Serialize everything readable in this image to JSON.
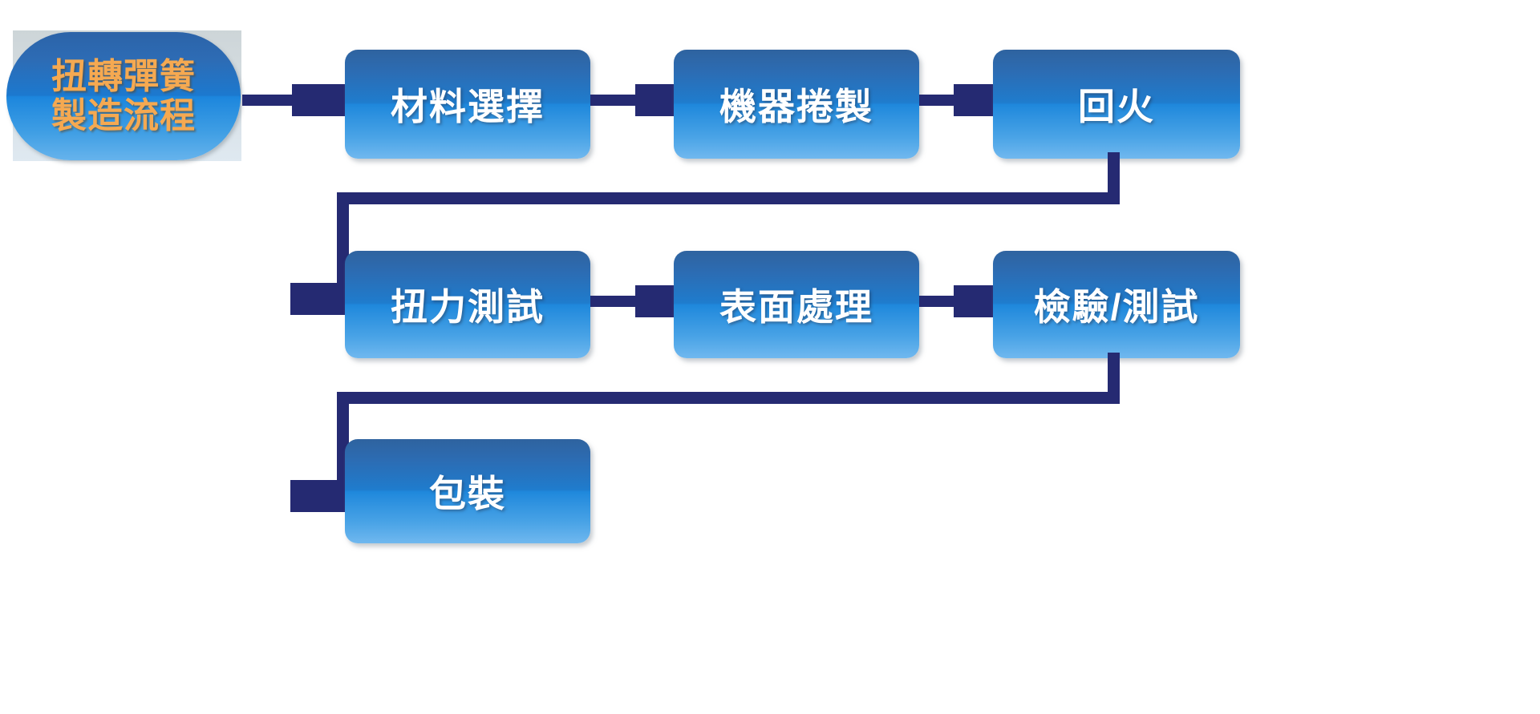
{
  "diagram": {
    "type": "flowchart",
    "orientation": "serpentine-left-to-right",
    "title_node": {
      "label": "扭轉彈簧\n製造流程",
      "line1": "扭轉彈簧",
      "line2": "製造流程",
      "shape": "rounded-pill",
      "text_color": "#f5a951",
      "fill_top": "#2c63a8",
      "fill_bottom": "#66b3ec",
      "backing_color": "#d5dde2"
    },
    "connector_color": "#252a72",
    "node_text_color": "#ffffff",
    "node_fill_top": "#2f639f",
    "node_fill_bottom": "#70b8ef",
    "background": "#ffffff",
    "rows": [
      {
        "row_index": 1,
        "nodes": [
          {
            "id": "step-1",
            "label": "材料選擇",
            "order": 1
          },
          {
            "id": "step-2",
            "label": "機器捲製",
            "order": 2
          },
          {
            "id": "step-3",
            "label": "回火",
            "order": 3
          }
        ]
      },
      {
        "row_index": 2,
        "nodes": [
          {
            "id": "step-4",
            "label": "扭力測試",
            "order": 4
          },
          {
            "id": "step-5",
            "label": "表面處理",
            "order": 5
          },
          {
            "id": "step-6",
            "label": "檢驗/測試",
            "order": 6
          }
        ]
      },
      {
        "row_index": 3,
        "nodes": [
          {
            "id": "step-7",
            "label": "包裝",
            "order": 7
          }
        ]
      }
    ],
    "edges": [
      {
        "from": "title",
        "to": "step-1",
        "kind": "straight-arrow"
      },
      {
        "from": "step-1",
        "to": "step-2",
        "kind": "straight-arrow"
      },
      {
        "from": "step-2",
        "to": "step-3",
        "kind": "straight-arrow"
      },
      {
        "from": "step-3",
        "to": "step-4",
        "kind": "elbow-wrap"
      },
      {
        "from": "step-4",
        "to": "step-5",
        "kind": "straight-arrow"
      },
      {
        "from": "step-5",
        "to": "step-6",
        "kind": "straight-arrow"
      },
      {
        "from": "step-6",
        "to": "step-7",
        "kind": "elbow-wrap"
      }
    ]
  }
}
